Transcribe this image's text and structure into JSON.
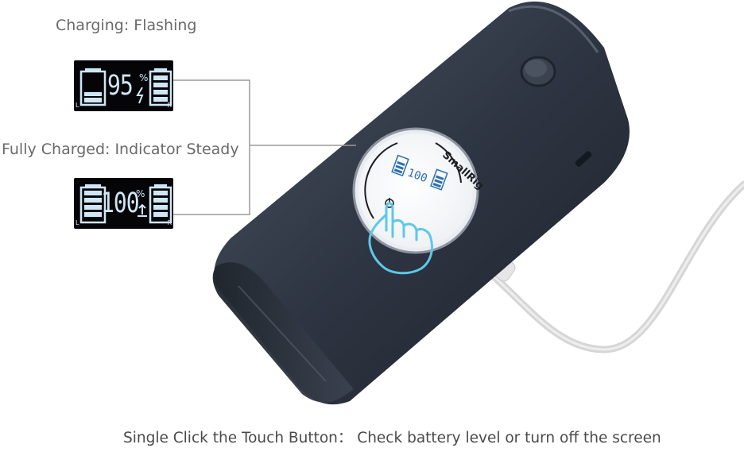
{
  "labels": {
    "charging": "Charging: Flashing",
    "fully_charged": "Fully Charged: Indicator Steady",
    "instruction": "Single Click the Touch Button：  Check battery level or turn off the screen"
  },
  "lcd_charging": {
    "percent": "95",
    "left_tag": "L",
    "right_tag": "R"
  },
  "lcd_full": {
    "percent": "100",
    "left_tag": "L",
    "right_tag": "R"
  },
  "device": {
    "brand": "SmallRig",
    "screen_percent": "100"
  },
  "colors": {
    "lcd_glow": "#cfe6f7",
    "device_body": "#2e3542",
    "touch_hand": "#5ec8e8",
    "cable": "#dcdcdc",
    "label_text": "#6a6a6a"
  },
  "icons": [
    "battery-icon",
    "percent-icon",
    "lightning-icon",
    "charge-out-icon",
    "touch-hand-icon",
    "power-icon"
  ]
}
